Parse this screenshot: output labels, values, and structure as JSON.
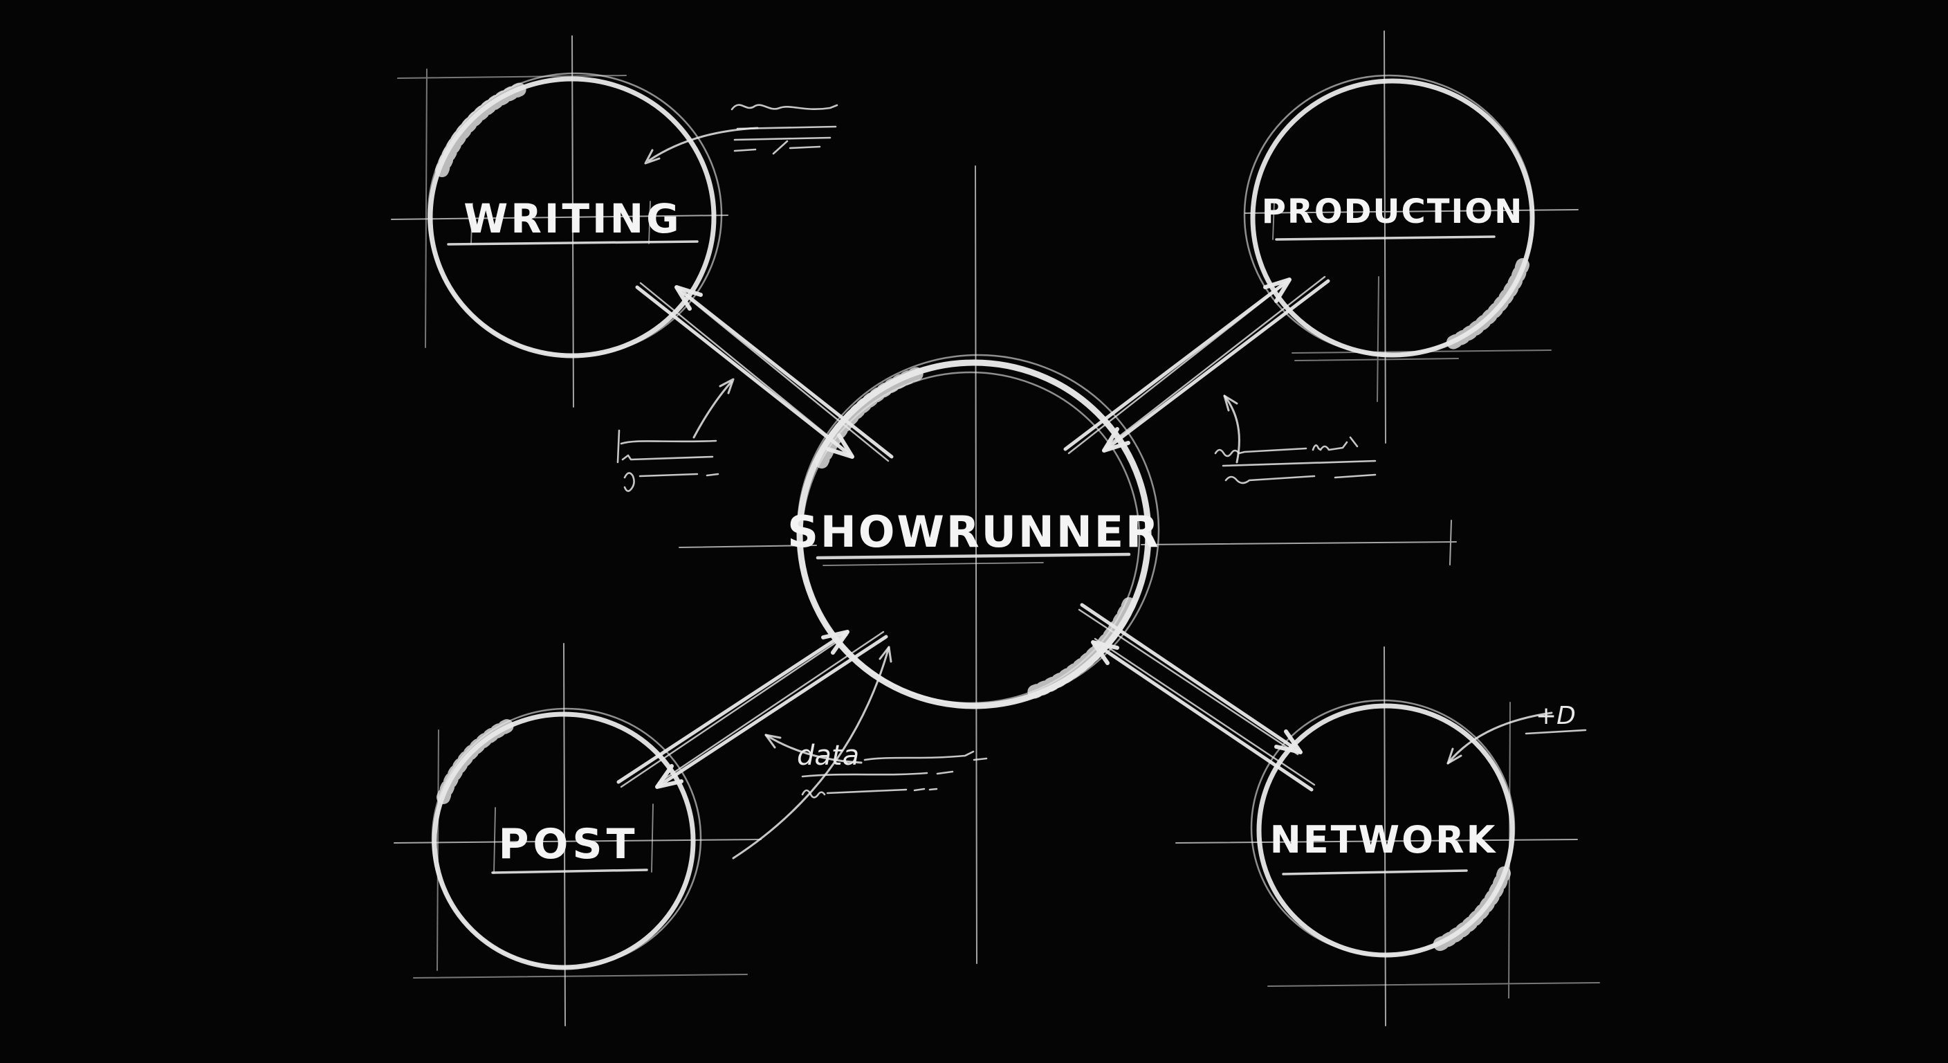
{
  "diagram": {
    "type": "hand-drawn-blueprint-mindmap",
    "background_color": "#050505",
    "ink_color": "#e9e9e9",
    "center": {
      "id": "showrunner",
      "label": "SHOWRUNNER"
    },
    "nodes": [
      {
        "id": "writing",
        "label": "WRITING",
        "position": "top-left"
      },
      {
        "id": "production",
        "label": "PRODUCTION",
        "position": "top-right"
      },
      {
        "id": "post",
        "label": "POST",
        "position": "bottom-left"
      },
      {
        "id": "network",
        "label": "NETWORK",
        "position": "bottom-right"
      }
    ],
    "edges": [
      {
        "from": "showrunner",
        "to": "writing",
        "bidirectional": true
      },
      {
        "from": "showrunner",
        "to": "production",
        "bidirectional": true
      },
      {
        "from": "showrunner",
        "to": "post",
        "bidirectional": true
      },
      {
        "from": "showrunner",
        "to": "network",
        "bidirectional": true
      }
    ],
    "annotations": [
      {
        "id": "note-writing",
        "kind": "illegible-scribble",
        "near": "writing"
      },
      {
        "id": "note-left",
        "kind": "illegible-scribble",
        "near": "showrunner-writing-edge"
      },
      {
        "id": "note-right",
        "kind": "illegible-scribble",
        "near": "showrunner-production-edge"
      },
      {
        "id": "note-data",
        "kind": "labelled-scribble",
        "near": "showrunner-post-edge",
        "text": "data"
      },
      {
        "id": "note-network-hd",
        "kind": "labelled-scribble",
        "near": "network",
        "text": "+D"
      }
    ]
  }
}
